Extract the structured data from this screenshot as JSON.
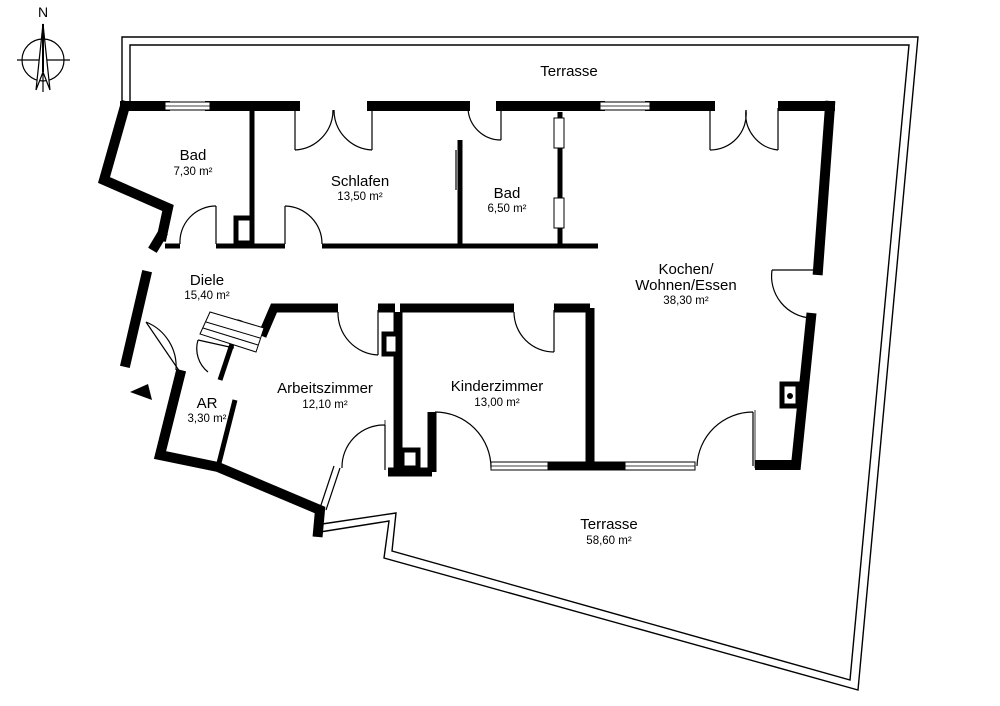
{
  "compass": {
    "north_label": "N"
  },
  "rooms": {
    "terrasse_north": {
      "name": "Terrasse"
    },
    "bad1": {
      "name": "Bad",
      "area": "7,30 m²"
    },
    "schlafen": {
      "name": "Schlafen",
      "area": "13,50 m²"
    },
    "bad2": {
      "name": "Bad",
      "area": "6,50 m²"
    },
    "kochen": {
      "line1": "Kochen/",
      "line2": "Wohnen/Essen",
      "area": "38,30 m²"
    },
    "diele": {
      "name": "Diele",
      "area": "15,40 m²"
    },
    "ar": {
      "name": "AR",
      "area": "3,30 m²"
    },
    "arbeitszimmer": {
      "name": "Arbeitszimmer",
      "area": "12,10 m²"
    },
    "kinderzimmer": {
      "name": "Kinderzimmer",
      "area": "13,00 m²"
    },
    "terrasse_south": {
      "name": "Terrasse",
      "area": "58,60 m²"
    }
  }
}
